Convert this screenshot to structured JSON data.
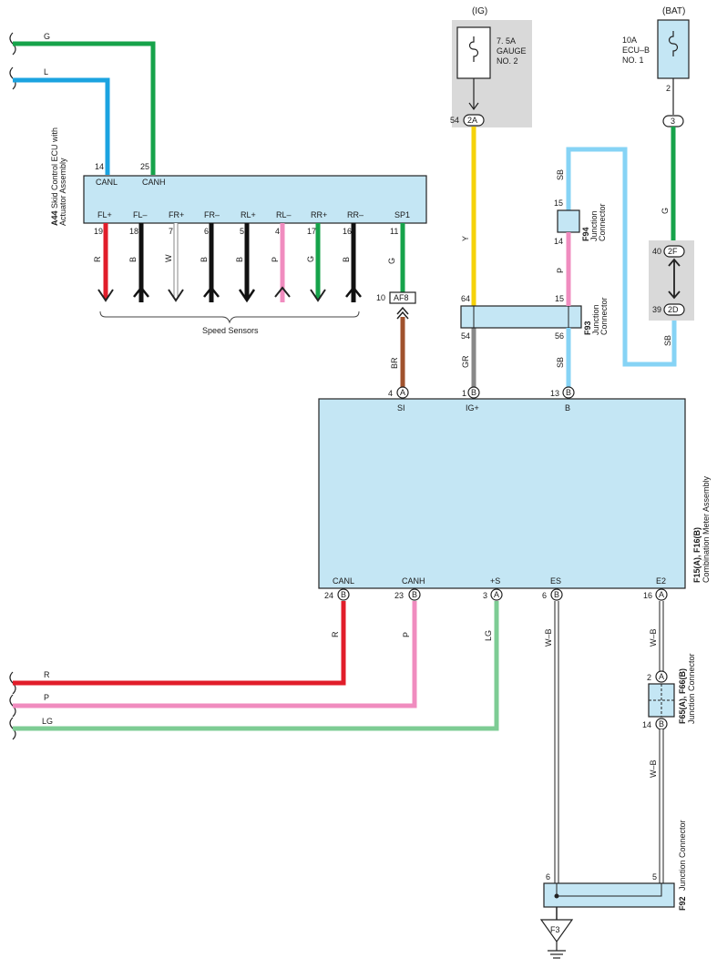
{
  "fuses": {
    "ig": {
      "supply": "(IG)",
      "rating": "7. 5A",
      "name_line1": "GAUGE",
      "name_line2": "NO. 2",
      "pin": "54",
      "conn": "2A"
    },
    "bat": {
      "supply": "(BAT)",
      "rating": "10A",
      "name_line1": "ECU–B",
      "name_line2": "NO. 1",
      "pin": "2",
      "conn": "3"
    }
  },
  "skid_ecu": {
    "code": "A44",
    "name_line1": "Skid Control ECU with",
    "name_line2": "Actuator Assembly",
    "top_pins": [
      {
        "num": "14",
        "label": "CANL"
      },
      {
        "num": "25",
        "label": "CANH"
      }
    ],
    "bottom_pins": [
      {
        "label": "FL+",
        "num": "19",
        "wire": "R"
      },
      {
        "label": "FL–",
        "num": "18",
        "wire": "B"
      },
      {
        "label": "FR+",
        "num": "7",
        "wire": "W"
      },
      {
        "label": "FR–",
        "num": "6",
        "wire": "B"
      },
      {
        "label": "RL+",
        "num": "5",
        "wire": "B"
      },
      {
        "label": "RL–",
        "num": "4",
        "wire": "P"
      },
      {
        "label": "RR+",
        "num": "17",
        "wire": "G"
      },
      {
        "label": "RR–",
        "num": "16",
        "wire": "B"
      },
      {
        "label": "SP1",
        "num": "11",
        "wire": "G"
      }
    ],
    "speed_sensors": "Speed Sensors"
  },
  "inputs_left_top": {
    "g": "G",
    "l": "L"
  },
  "af8": {
    "num": "10",
    "label": "AF8",
    "wire": "BR"
  },
  "f94": {
    "code": "F94",
    "name_line1": "Junction",
    "name_line2": "Connector",
    "pin_top": "15",
    "pin_bottom": "14",
    "wire_top": "SB",
    "wire_bottom": "P"
  },
  "f93": {
    "code": "F93",
    "name_line1": "Junction",
    "name_line2": "Connector",
    "pin_tl": "64",
    "pin_tr": "15",
    "pin_bl": "54",
    "pin_br": "56",
    "wire_in": "Y",
    "wire_out_l": "GR",
    "wire_out_r": "SB"
  },
  "joint_2f2d": {
    "pin_top": "40",
    "conn_top": "2F",
    "pin_bottom": "39",
    "conn_bottom": "2D",
    "wire_top": "G",
    "wire_bottom": "SB"
  },
  "meter": {
    "code": "F15(A), F16(B)",
    "name": "Combination Meter Assembly",
    "top_pins": [
      {
        "num": "4",
        "conn": "A",
        "label": "SI"
      },
      {
        "num": "1",
        "conn": "B",
        "label": "IG+"
      },
      {
        "num": "13",
        "conn": "B",
        "label": "B"
      }
    ],
    "bottom_pins": [
      {
        "num": "24",
        "conn": "B",
        "label": "CANL",
        "wire": "R"
      },
      {
        "num": "23",
        "conn": "B",
        "label": "CANH",
        "wire": "P"
      },
      {
        "num": "3",
        "conn": "A",
        "label": "+S",
        "wire": "LG"
      },
      {
        "num": "6",
        "conn": "B",
        "label": "ES",
        "wire": "W–B"
      },
      {
        "num": "16",
        "conn": "A",
        "label": "E2",
        "wire": "W–B"
      }
    ]
  },
  "outputs_left_bottom": {
    "r": "R",
    "p": "P",
    "lg": "LG"
  },
  "f65": {
    "code": "F65(A), F66(B)",
    "name": "Junction Connector",
    "pin_top": "2",
    "conn_top": "A",
    "pin_bottom": "14",
    "conn_bottom": "B",
    "wire_bottom": "W–B"
  },
  "f92": {
    "code": "F92",
    "name": "Junction Connector",
    "pin_l": "6",
    "pin_r": "5"
  },
  "ground": {
    "label": "F3"
  }
}
